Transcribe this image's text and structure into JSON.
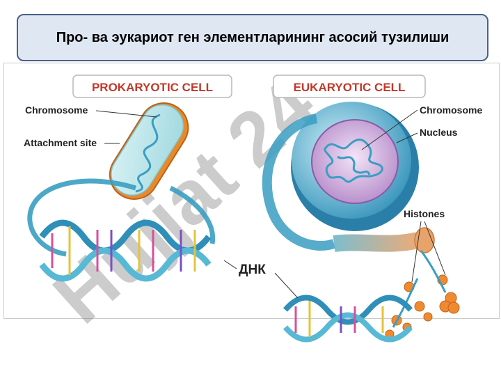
{
  "slide": {
    "title": "Про- ва эукариот ген элементларининг асосий тузилиши"
  },
  "figure": {
    "prokaryotic_heading": "PROKARYOTIC CELL",
    "eukaryotic_heading": "EUKARYOTIC CELL",
    "labels": {
      "prok_chromosome": "Chromosome",
      "attachment_site": "Attachment site",
      "euk_chromosome": "Chromosome",
      "nucleus": "Nucleus",
      "histones": "Histones",
      "dna": "ДНК"
    },
    "watermark": "Hujjat 24"
  },
  "colors": {
    "heading_red": "#c0392b",
    "helix_blue": "#3a9ec2",
    "cell_orange": "#e8892a",
    "nucleus_purple": "#9b6fb3",
    "histone_orange": "#f08a30"
  }
}
